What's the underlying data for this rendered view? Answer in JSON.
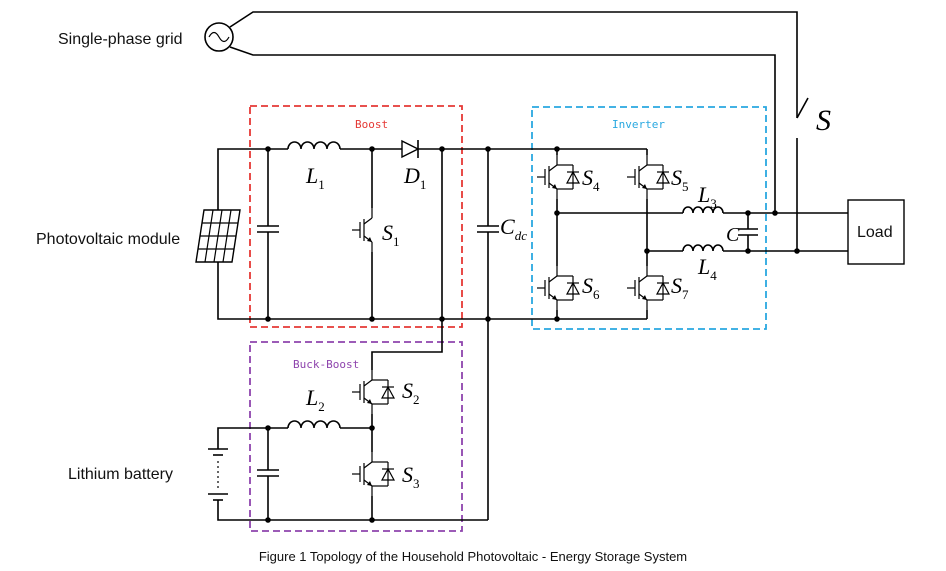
{
  "labels": {
    "grid": "Single-phase grid",
    "pv": "Photovoltaic module",
    "battery": "Lithium battery",
    "load": "Load",
    "switch": "S",
    "boost": "Boost",
    "inverter": "Inverter",
    "buckboost": "Buck-Boost",
    "caption": "Figure 1 Topology of the Household Photovoltaic - Energy Storage System"
  },
  "components": {
    "L1": {
      "main": "L",
      "sub": "1"
    },
    "D1": {
      "main": "D",
      "sub": "1"
    },
    "S1": {
      "main": "S",
      "sub": "1"
    },
    "Cdc": {
      "main": "C",
      "sub": "dc"
    },
    "S4": {
      "main": "S",
      "sub": "4"
    },
    "S5": {
      "main": "S",
      "sub": "5"
    },
    "S6": {
      "main": "S",
      "sub": "6"
    },
    "S7": {
      "main": "S",
      "sub": "7"
    },
    "L3": {
      "main": "L",
      "sub": "3"
    },
    "L4": {
      "main": "L",
      "sub": "4"
    },
    "C": {
      "main": "C",
      "sub": ""
    },
    "L2": {
      "main": "L",
      "sub": "2"
    },
    "S2": {
      "main": "S",
      "sub": "2"
    },
    "S3": {
      "main": "S",
      "sub": "3"
    }
  },
  "colors": {
    "boost": "#e53935",
    "inverter": "#29a8e0",
    "buckboost": "#8e44ad",
    "wire": "#000000"
  }
}
